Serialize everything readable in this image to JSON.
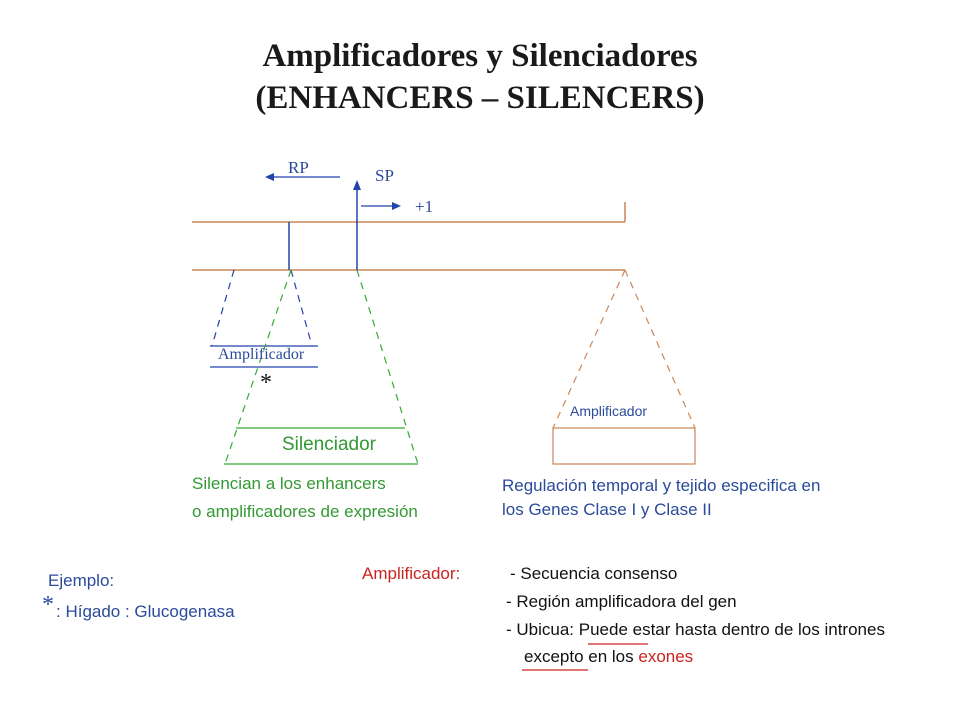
{
  "title": {
    "line1": "Amplificadores  y Silenciadores",
    "line2": "(ENHANCERS – SILENCERS)"
  },
  "diagram": {
    "rp_label": "RP",
    "sp_label": "SP",
    "plus_one_label": "+1",
    "amplificador_left_label": "Amplificador",
    "asterisk": "*",
    "silenciador_label": "Silenciador",
    "amplificador_right_label": "Amplificador"
  },
  "captions": {
    "silencian_line1": "Silencian a los enhancers",
    "silencian_line2": "o amplificadores de expresión",
    "regulacion_line1": "Regulación temporal y tejido especifica en",
    "regulacion_line2": "los  Genes Clase I y Clase II"
  },
  "example": {
    "label": "Ejemplo:",
    "asterisk": "*",
    "text": ": Hígado : Glucogenasa"
  },
  "amplifier_def": {
    "label": "Amplificador:",
    "item1": "- Secuencia consenso",
    "item2": "- Región amplificadora del gen",
    "item3_pre": "- Ubicua: Puede estar hasta ",
    "item3_underlined": "dentro",
    "item3_post": " de los intrones",
    "item4_underlined": "excepto",
    "item4_mid": " en los ",
    "item4_highlight": "exones"
  },
  "colors": {
    "dna_line": "#c8865a",
    "blue": "#2244aa",
    "green": "#33aa33",
    "orange": "#c8865a",
    "red": "#cc2222",
    "text_blue": "#2a4a9a",
    "text_green": "#339933"
  }
}
